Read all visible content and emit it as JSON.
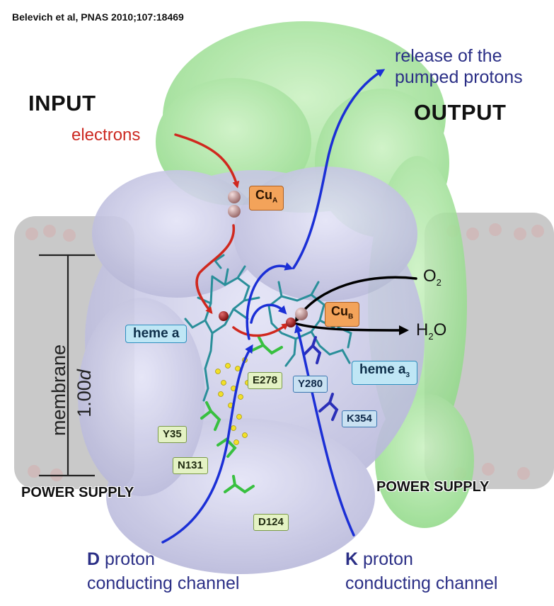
{
  "citation": "Belevich et al, PNAS 2010;107:18469",
  "labels": {
    "input": "INPUT",
    "output": "OUTPUT",
    "electrons": "electrons",
    "release_line1": "release of the",
    "release_line2": "pumped protons",
    "power_supply_left": "POWER SUPPLY",
    "power_supply_right": "POWER SUPPLY",
    "d_letter": "D",
    "d_text_line1": "proton",
    "d_text_line2": "conducting channel",
    "k_letter": "K",
    "k_text_line1": "proton",
    "k_text_line2": "conducting channel",
    "membrane_word": "membrane",
    "membrane_value": "1.00",
    "membrane_unit": "d",
    "o2_base": "O",
    "o2_sub": "2",
    "h2o_h": "H",
    "h2o_sub": "2",
    "h2o_o": "O"
  },
  "tags": {
    "cua_main": "Cu",
    "cua_sub": "A",
    "cub_main": "Cu",
    "cub_sub": "B",
    "heme_a": "heme a",
    "heme_a3_main": "heme a",
    "heme_a3_sub": "3",
    "e278": "E278",
    "y280": "Y280",
    "k354": "K354",
    "y35": "Y35",
    "n131": "N131",
    "d124": "D124"
  },
  "colors": {
    "electron_arrow": "#d0281e",
    "proton_arrow": "#1b2fd6",
    "oxygen_arrow": "#000000",
    "protein_lavender": "#c9c9e6",
    "protein_green": "#a9e6a0",
    "membrane_gray": "#9a9a9a"
  }
}
